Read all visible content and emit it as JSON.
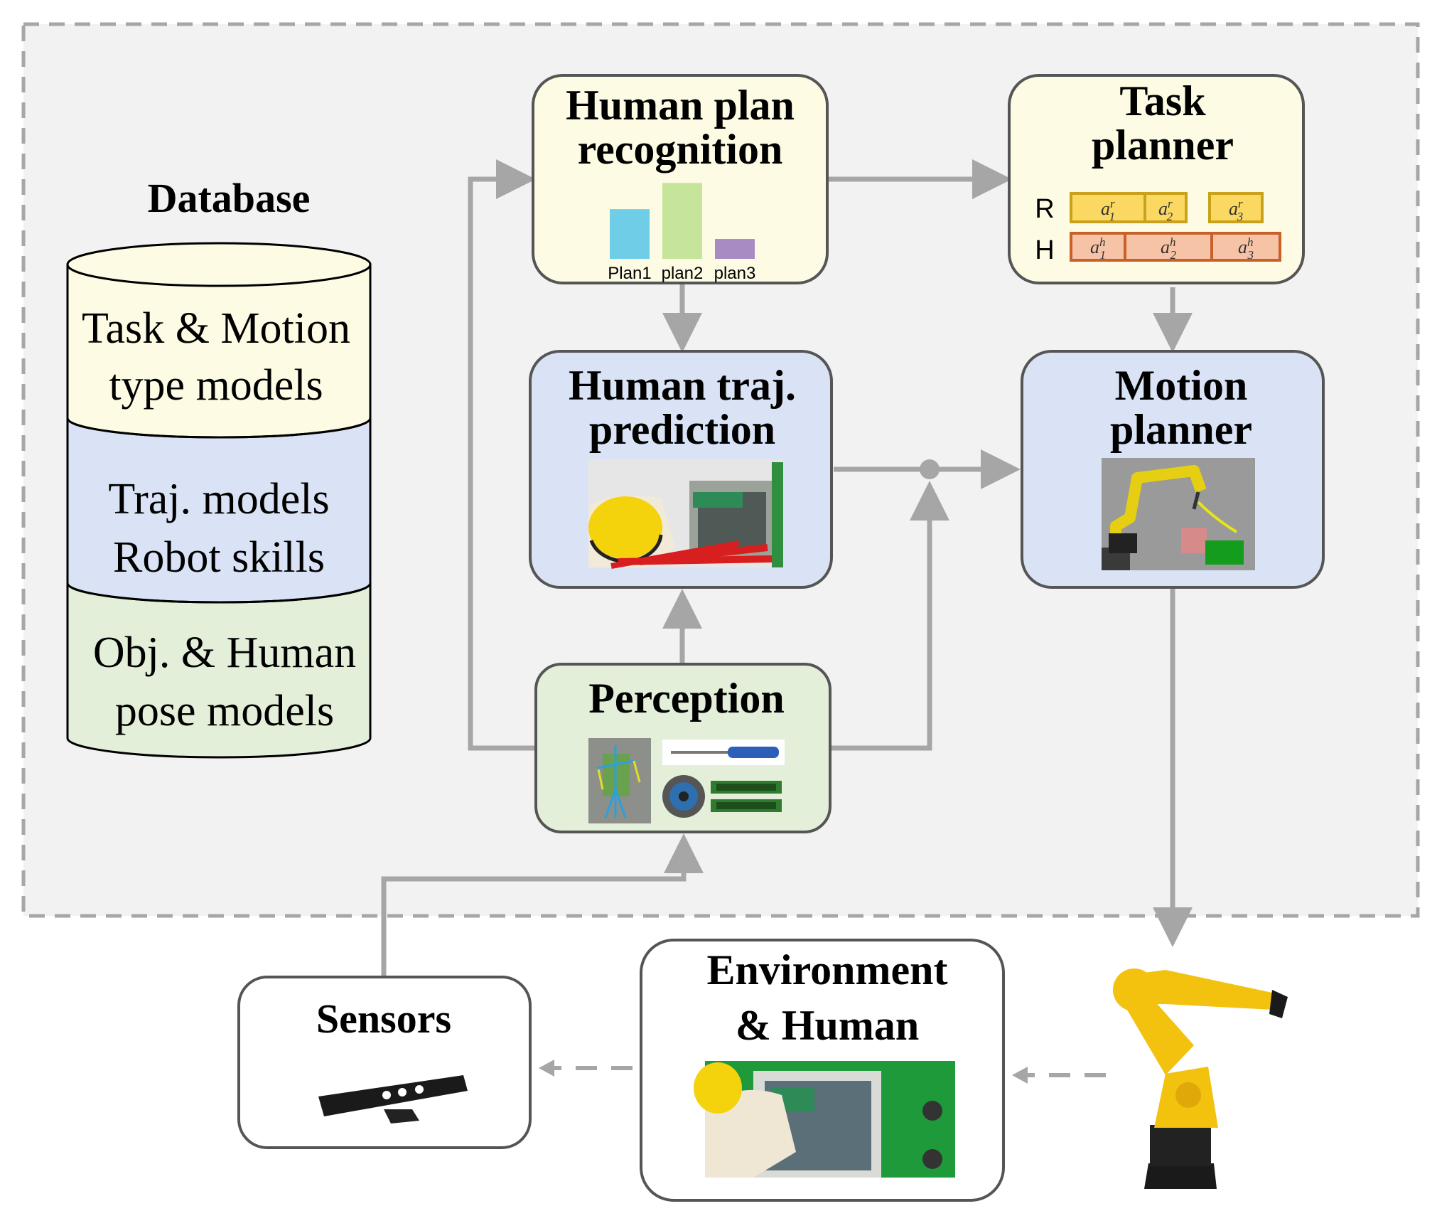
{
  "database": {
    "title": "Database",
    "layers": [
      {
        "line1": "Task & Motion",
        "line2": "type models"
      },
      {
        "line1": "Traj. models",
        "line2": "Robot skills"
      },
      {
        "line1": "Obj. & Human",
        "line2": "pose models"
      }
    ]
  },
  "plan_recognition": {
    "title_line1": "Human plan",
    "title_line2": "recognition",
    "chart_data": {
      "type": "bar",
      "categories": [
        "Plan1",
        "plan2",
        "plan3"
      ],
      "values": [
        0.55,
        0.84,
        0.22
      ],
      "colors": [
        "#6fcde8",
        "#c7e49b",
        "#a98bc4"
      ]
    }
  },
  "task_planner": {
    "title_line1": "Task",
    "title_line2": "planner",
    "robot_row_label": "R",
    "human_row_label": "H",
    "robot_actions": [
      {
        "sym": "a",
        "sup": "r",
        "sub": "1"
      },
      {
        "sym": "a",
        "sup": "r",
        "sub": "2"
      },
      {
        "sym": "a",
        "sup": "r",
        "sub": "3"
      }
    ],
    "human_actions": [
      {
        "sym": "a",
        "sup": "h",
        "sub": "1"
      },
      {
        "sym": "a",
        "sup": "h",
        "sub": "2"
      },
      {
        "sym": "a",
        "sup": "h",
        "sub": "3"
      }
    ]
  },
  "traj_prediction": {
    "title_line1": "Human traj.",
    "title_line2": "prediction"
  },
  "motion_planner": {
    "title_line1": "Motion",
    "title_line2": "planner"
  },
  "perception": {
    "title": "Perception"
  },
  "sensors": {
    "title": "Sensors"
  },
  "environment": {
    "title_line1": "Environment",
    "title_line2": "& Human"
  },
  "colors": {
    "panel_bg": "#f2f2f2",
    "panel_border": "#a6a6a6",
    "yellow_box": "#fdfbe3",
    "blue_box": "#dae3f5",
    "green_box": "#e3efd9",
    "arrow": "#a6a6a6",
    "robot_yellow": "#f2c20f",
    "action_robot_fill": "#fad862",
    "action_robot_border": "#c9a11a",
    "action_human_fill": "#f7c3a6",
    "action_human_border": "#c8602a"
  }
}
